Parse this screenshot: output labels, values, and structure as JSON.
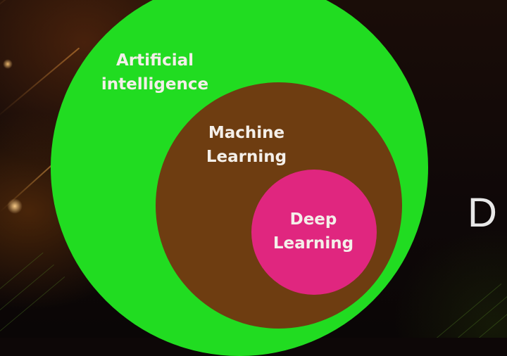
{
  "diagram": {
    "title": "",
    "sets": [
      {
        "id": "ai",
        "lines": [
          "Artificial",
          "intelligence"
        ],
        "color": "#21dc21"
      },
      {
        "id": "ml",
        "lines": [
          "Machine",
          "Learning"
        ],
        "color": "#6e3d11"
      },
      {
        "id": "dl",
        "lines": [
          "Deep",
          "Learning"
        ],
        "color": "#e0267f"
      }
    ]
  },
  "side_text": "D",
  "colors": {
    "background": "#0d0707",
    "label_text": "#f4efe9"
  }
}
